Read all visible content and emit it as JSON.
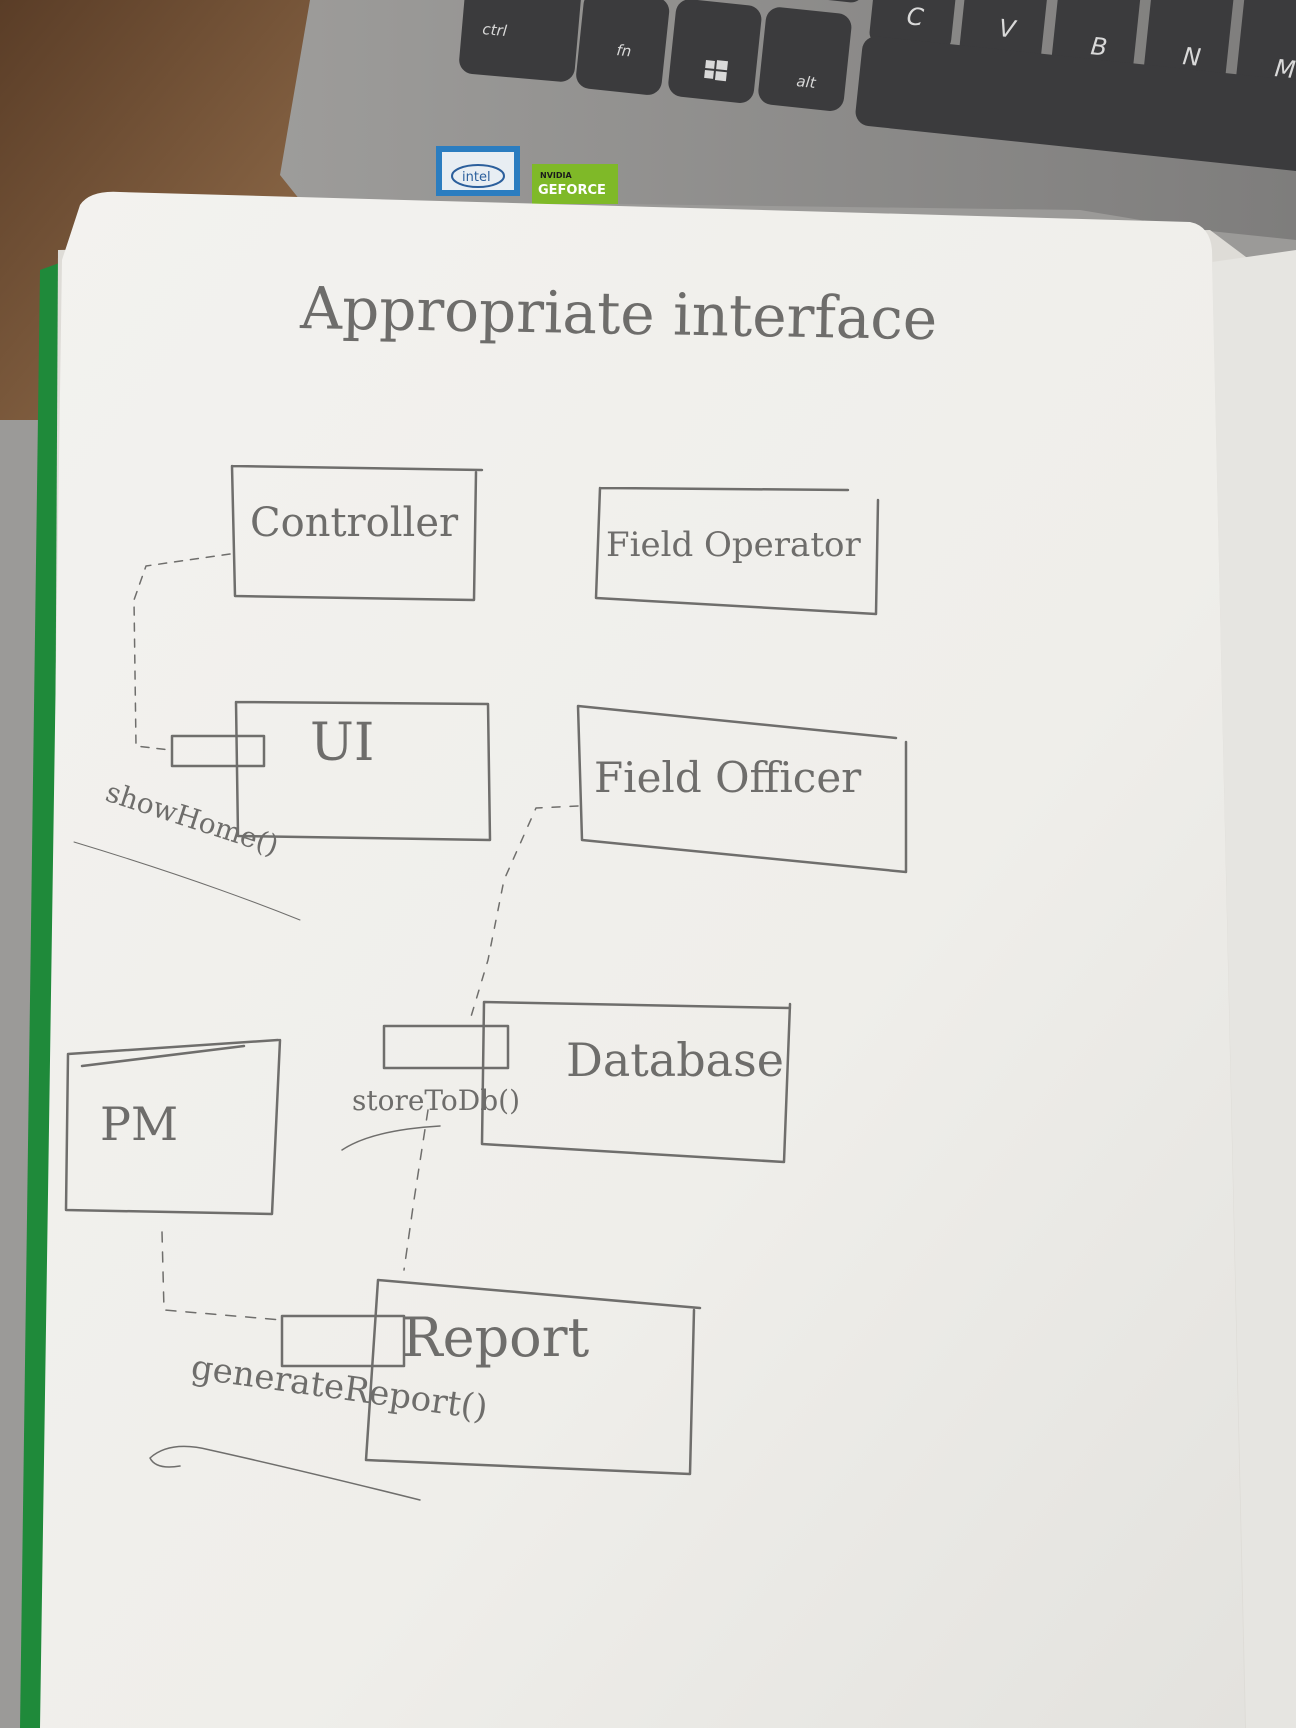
{
  "keyboard": {
    "keys": [
      "ctrl",
      "fn",
      "alt",
      "C",
      "V",
      "B",
      "N",
      "M"
    ],
    "badges": {
      "intel": "intel",
      "nvidia_top": "NVIDIA",
      "nvidia_bottom": "GEFORCE"
    }
  },
  "sketch": {
    "title": "Appropriate interface",
    "boxes": {
      "controller": "Controller",
      "field_operator": "Field Operator",
      "ui": "UI",
      "field_officer": "Field Officer",
      "database": "Database",
      "pm": "PM",
      "report": "Report"
    },
    "methods": {
      "show_home": "showHome()",
      "store_to_db": "storeToDb()",
      "generate_report": "generateReport()"
    }
  },
  "colors": {
    "paper": "#f1f0ec",
    "pencil": "#6f6e6c",
    "laptop": "#8f8e8c",
    "keys": "#3d3d3f",
    "desk": "#7d5a3e",
    "notebook_cover": "#1f8a3a"
  }
}
